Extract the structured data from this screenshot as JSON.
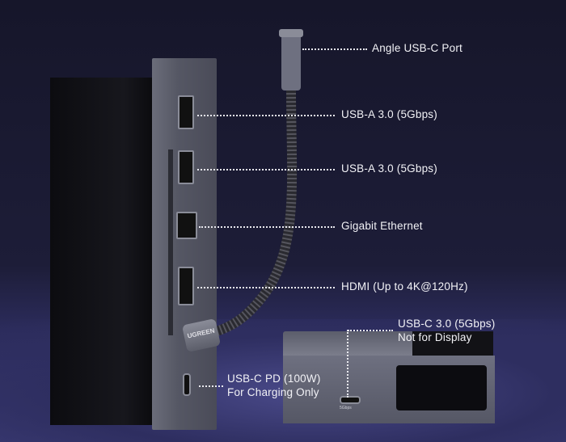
{
  "labels": {
    "angle_port": "Angle USB-C Port",
    "usb_a_1": "USB-A 3.0 (5Gbps)",
    "usb_a_2": "USB-A 3.0 (5Gbps)",
    "ethernet": "Gigabit Ethernet",
    "hdmi": "HDMI (Up to 4K@120Hz)",
    "usb_c_data_line1": "USB-C 3.0 (5Gbps)",
    "usb_c_data_line2": "Not for Display",
    "usb_c_pd_line1": "USB-C PD (100W)",
    "usb_c_pd_line2": "For Charging Only"
  },
  "device": {
    "brand": "UGREEN",
    "port_marking": "5Gbps"
  }
}
